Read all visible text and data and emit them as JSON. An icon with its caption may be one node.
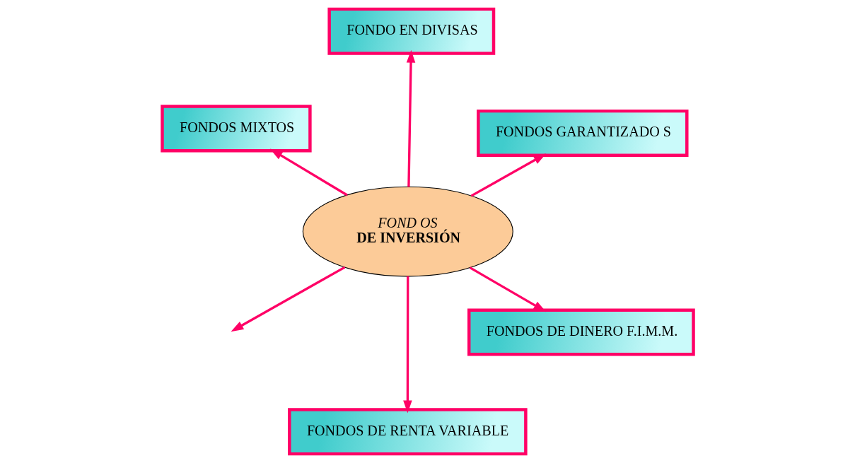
{
  "diagram": {
    "nodes": [
      {
        "text": [
          "FOND OS",
          "DE INVERSIÓN"
        ]
      },
      {
        "text": [
          "FONDOS DE DINERO F.I.M.M."
        ]
      },
      {
        "text": [
          "FONDOS DE RENTA VARIABLE"
        ]
      },
      {
        "text": [
          "FONDOS MIXTOS"
        ]
      },
      {
        "text": [
          "FONDOS GARANTIZADO S"
        ]
      },
      {
        "text": [
          "FONDO EN DIVISAS"
        ]
      }
    ],
    "edges": [
      {
        "from": 0,
        "to": 1,
        "arrow": "to"
      },
      {
        "from": 0,
        "to": null,
        "arrow": "to"
      },
      {
        "from": 0,
        "to": 2,
        "arrow": "to"
      },
      {
        "from": 0,
        "to": 3,
        "arrow": "to"
      },
      {
        "from": 0,
        "to": 5,
        "arrow": "to"
      },
      {
        "from": 0,
        "to": 4,
        "arrow": "to"
      }
    ]
  }
}
